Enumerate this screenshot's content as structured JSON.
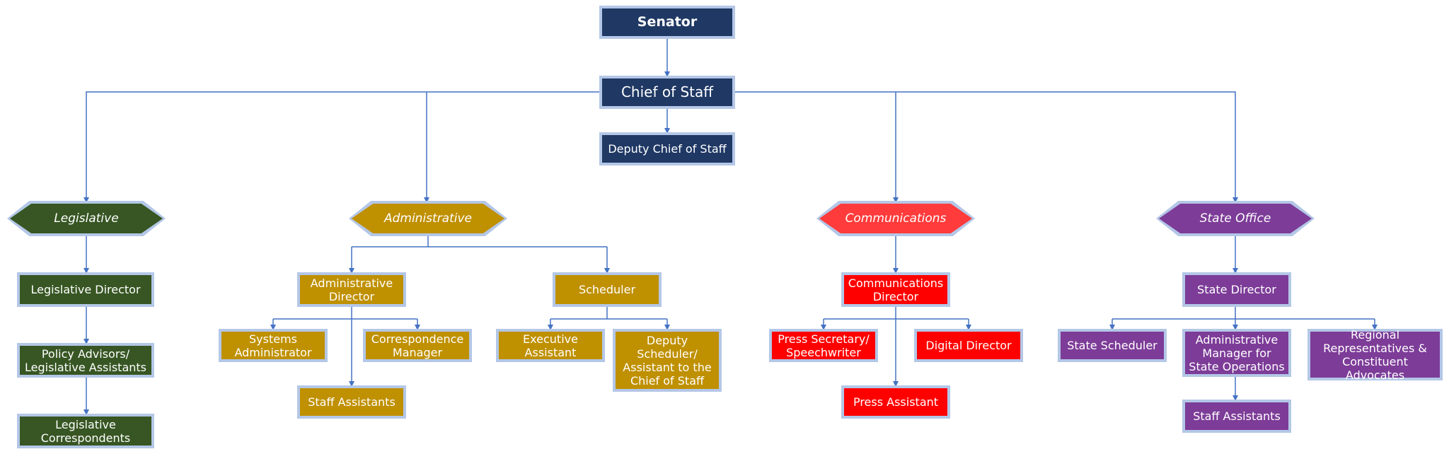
{
  "top": {
    "senator": "Senator",
    "chief_of_staff": "Chief of Staff",
    "deputy_chief_of_staff": "Deputy Chief of Staff"
  },
  "departments": {
    "legislative": "Legislative",
    "administrative": "Administrative",
    "communications": "Communications",
    "state_office": "State Office"
  },
  "legislative": {
    "director": "Legislative Director",
    "policy": "Policy Advisors/\nLegislative Assistants",
    "correspondents": "Legislative\nCorrespondents"
  },
  "administrative": {
    "director": "Administrative\nDirector",
    "systems_admin": "Systems\nAdministrator",
    "correspondence_manager": "Correspondence\nManager",
    "staff_assistants": "Staff Assistants",
    "scheduler": "Scheduler",
    "executive_assistant": "Executive\nAssistant",
    "deputy_scheduler": "Deputy\nScheduler/\nAssistant to the\nChief of Staff"
  },
  "communications": {
    "director": "Communications\nDirector",
    "press_secretary": "Press Secretary/\nSpeechwriter",
    "digital_director": "Digital Director",
    "press_assistant": "Press Assistant"
  },
  "state_office": {
    "director": "State Director",
    "scheduler": "State Scheduler",
    "admin_manager": "Administrative\nManager for\nState Operations",
    "regional_reps": "Regional\nRepresentatives &\nConstituent Advocates",
    "staff_assistants": "Staff Assistants"
  },
  "colors": {
    "navy": "#1f3864",
    "legislative": "#375623",
    "administrative": "#bf9000",
    "communications": "#ff0000",
    "state_office": "#7d3c98",
    "border": "#b4c7e7",
    "connector": "#4472c4"
  }
}
